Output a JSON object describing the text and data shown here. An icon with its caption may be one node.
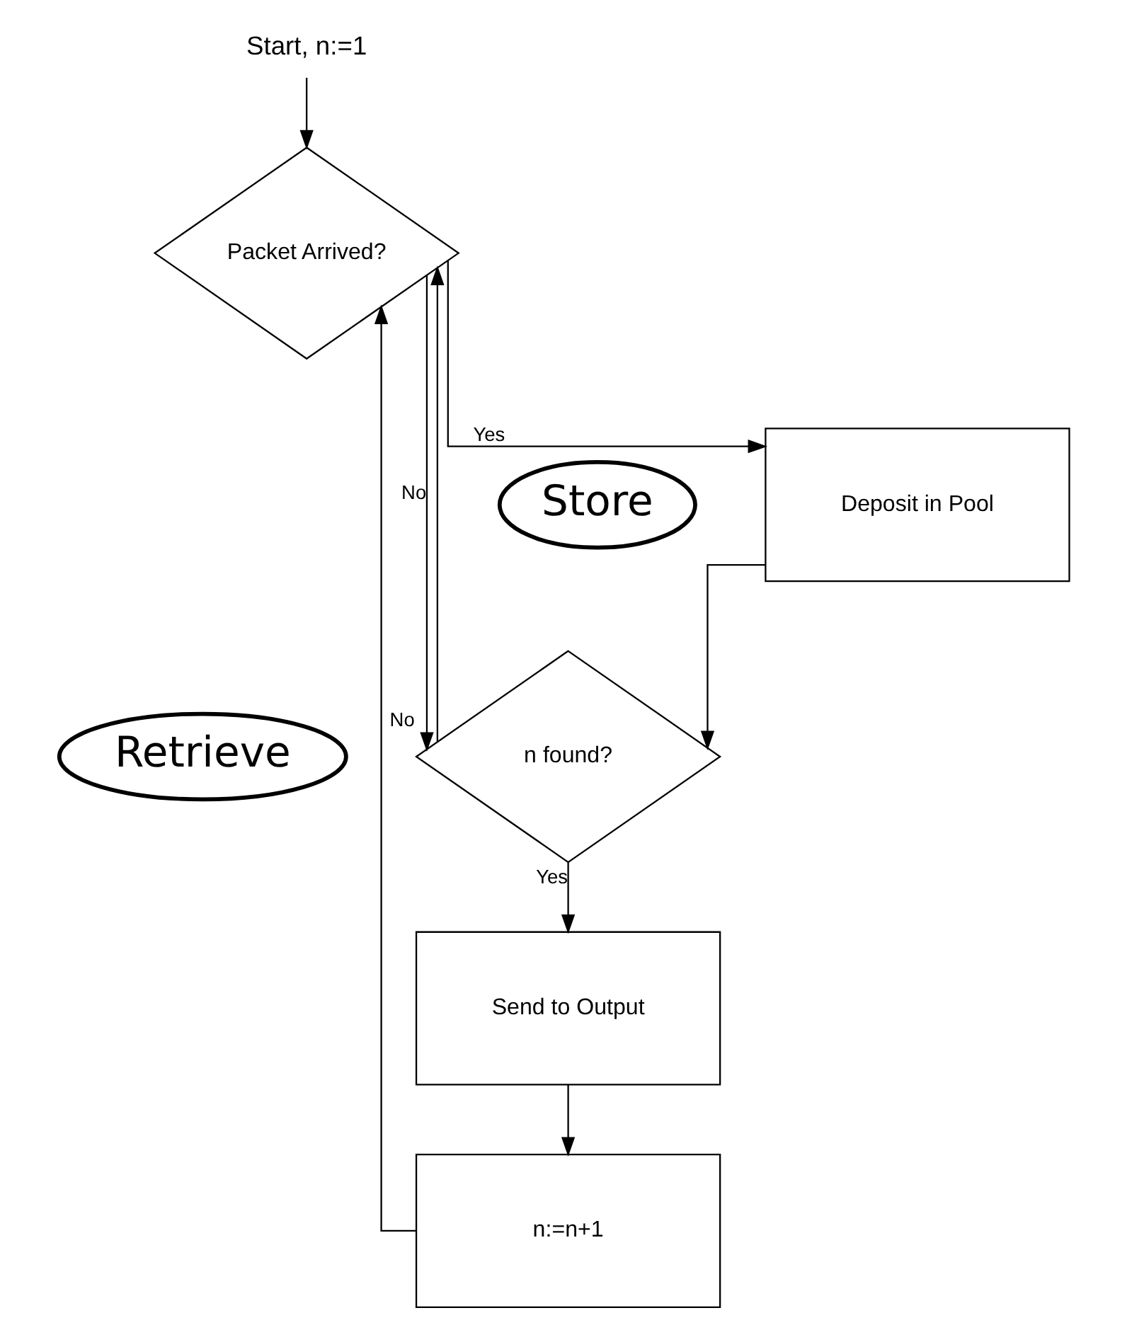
{
  "diagram": {
    "nodes": [
      {
        "text": [
          "Start, n:=1"
        ]
      },
      {
        "text": [
          "Packet Arrived?"
        ]
      },
      {
        "text": [
          "Store"
        ]
      },
      {
        "text": [
          "Deposit in Pool"
        ]
      },
      {
        "text": [
          "Retrieve"
        ]
      },
      {
        "text": [
          "n found?"
        ]
      },
      {
        "text": [
          "Send to Output"
        ]
      },
      {
        "text": [
          "n:=n+1"
        ]
      }
    ],
    "edges": [
      {
        "from": 0,
        "to": 1,
        "arrow": "to"
      },
      {
        "from": 1,
        "to": 3,
        "arrow": "to",
        "label": "Yes"
      },
      {
        "from": 1,
        "to": 5,
        "arrow": "to",
        "label": "No"
      },
      {
        "from": 3,
        "to": 5,
        "arrow": "to"
      },
      {
        "from": 5,
        "to": 6,
        "arrow": "to",
        "label": "Yes"
      },
      {
        "from": 5,
        "to": 1,
        "arrow": "to",
        "label": "No"
      },
      {
        "from": 6,
        "to": 7,
        "arrow": "to"
      },
      {
        "from": 7,
        "to": 1,
        "arrow": "to"
      }
    ]
  }
}
